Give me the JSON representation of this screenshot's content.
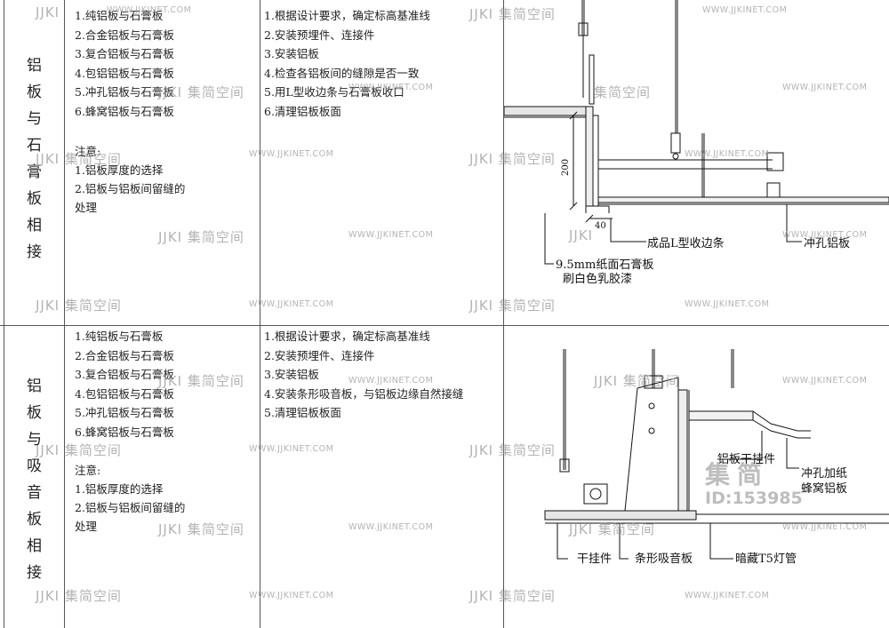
{
  "rows": [
    {
      "title_chars": [
        "铝",
        "板",
        "与",
        "石",
        "膏",
        "板",
        "相",
        "接"
      ],
      "materials": [
        "1.纯铝板与石膏板",
        "2.合金铝板与石膏板",
        "3.复合铝板与石膏板",
        "4.包铝铝板与石膏板",
        "5.冲孔铝板与石膏板",
        "6.蜂窝铝板与石膏板"
      ],
      "note_title": "注意:",
      "notes": [
        "1.铝板厚度的选择",
        "2.铝板与铝板间留缝的",
        "处理"
      ],
      "steps": [
        "1.根据设计要求，确定标高基准线",
        "2.安装预埋件、连接件",
        "3.安装铝板",
        "4.检查各铝板间的缝隙是否一致",
        "5.用L型收边条与石膏板收口",
        "6.清理铝板板面"
      ],
      "drawing": {
        "dim_200": "200",
        "dim_40": "40",
        "label_edge": "成品L型收边条",
        "label_perforated": "冲孔铝板",
        "label_gypsum_1": "9.5mm纸面石膏板",
        "label_gypsum_2": "刷白色乳胶漆"
      }
    },
    {
      "title_chars": [
        "铝",
        "板",
        "与",
        "吸",
        "音",
        "板",
        "相",
        "接"
      ],
      "materials": [
        "1.纯铝板与石膏板",
        "2.合金铝板与石膏板",
        "3.复合铝板与石膏板",
        "4.包铝铝板与石膏板",
        "5.冲孔铝板与石膏板",
        "6.蜂窝铝板与石膏板"
      ],
      "note_title": "注意:",
      "notes": [
        "1.铝板厚度的选择",
        "2.铝板与铝板间留缝的",
        "处理"
      ],
      "steps": [
        "1.根据设计要求，确定标高基准线",
        "2.安装预埋件、连接件",
        "3.安装铝板",
        "4.安装条形吸音板，与铝板边缘自然接缝",
        "5.清理铝板板面"
      ],
      "drawing": {
        "label_hanger_top": "铝板干挂件",
        "label_honeycomb_1": "冲孔加纸",
        "label_honeycomb_2": "蜂窝铝板",
        "label_hanger": "干挂件",
        "label_acoustic": "条形吸音板",
        "label_lamp": "暗藏T5灯管"
      }
    }
  ],
  "watermark": {
    "logo": "JJKI",
    "brand": "集简空间",
    "url": "WWW.JJKINET.COM",
    "big": "集简",
    "id": "ID:153985"
  }
}
